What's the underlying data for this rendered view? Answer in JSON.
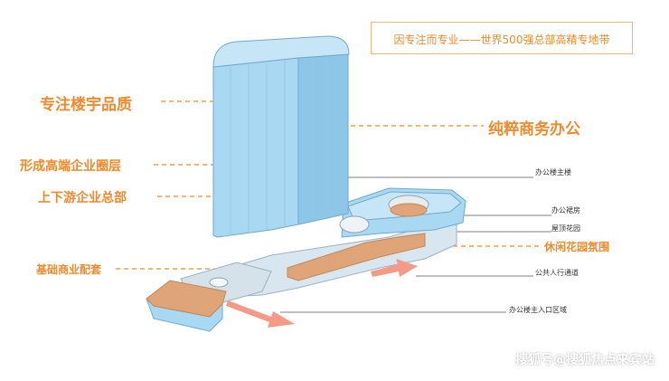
{
  "tagline": "因专注而专业——世界500强总部高精专地带",
  "left_labels": {
    "quality": "专注楼宇品质",
    "circle": "形成高端企业圈层",
    "chain": "上下游企业总部",
    "commerce": "基础商业配套"
  },
  "right_labels": {
    "pure_office": "纯粹商务办公",
    "main_tower": "办公楼主楼",
    "podium": "办公裙房",
    "roof_garden": "屋顶花园",
    "leisure": "休闲花园氛围",
    "public_walk": "公共人行通道",
    "entry": "办公楼主入口区域"
  },
  "watermark": "搜狐号@搜狐焦点来宾站",
  "colors": {
    "accent": "#f08a2c",
    "tower_face": "#a9d8f2",
    "tower_side": "#8ec6e8",
    "tower_top": "#c6e6f8",
    "wood": "#dfa478",
    "podium_gray": "#d8e6ef",
    "arrow": "#f49a87"
  }
}
